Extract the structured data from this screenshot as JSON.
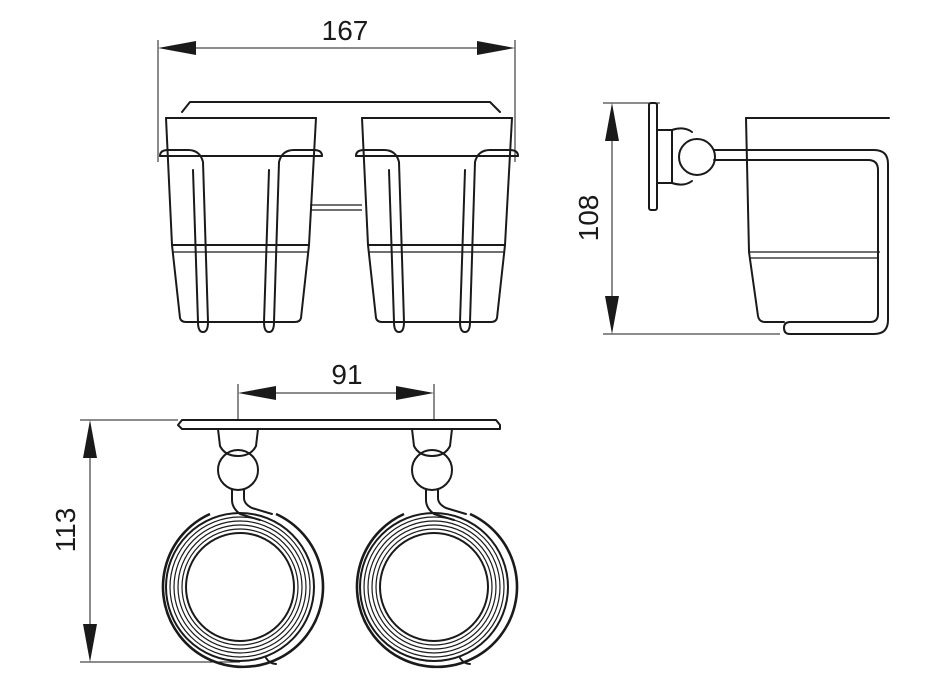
{
  "dimensions": {
    "width": "167",
    "height_side": "108",
    "spacing": "91",
    "depth": "113"
  },
  "colors": {
    "line": "#1a1a1a",
    "background": "#ffffff"
  }
}
